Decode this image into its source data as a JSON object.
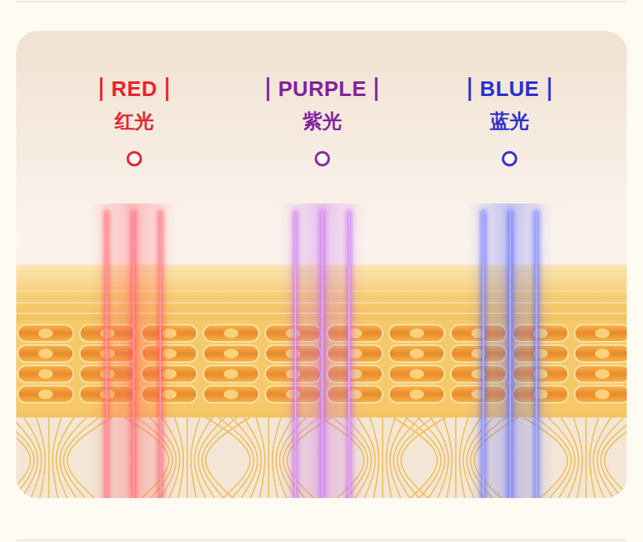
{
  "diagram": {
    "labels": [
      "RED",
      "红光",
      "PURPLE",
      "紫光",
      "BLUE",
      "蓝光"
    ]
  }
}
